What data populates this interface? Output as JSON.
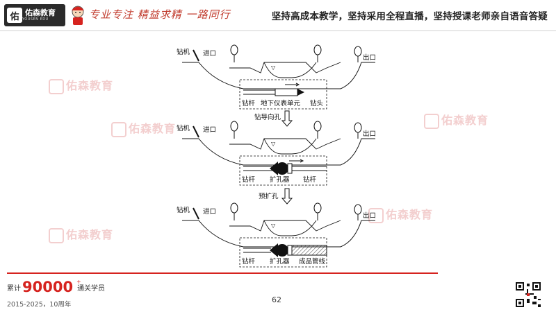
{
  "header": {
    "logo_name": "佑森教育",
    "logo_sub": "YOUSEN EDU",
    "slogan": "专业专注  精益求精  一路同行",
    "motto": "坚持高成本教学，坚持采用全程直播，坚持授课老师亲自语音答疑"
  },
  "watermark_text": "佑森教育",
  "figure": {
    "stages": [
      {
        "drill_label": "钻机",
        "entry_label": "进口",
        "exit_label": "出口",
        "box_labels": [
          "钻杆",
          "地下仪表单元",
          "钻头"
        ]
      },
      {
        "drill_label": "钻机",
        "entry_label": "进口",
        "exit_label": "出口",
        "box_labels": [
          "钻杆",
          "扩孔器",
          "钻杆"
        ]
      },
      {
        "drill_label": "钻机",
        "entry_label": "进口",
        "exit_label": "出口",
        "box_labels": [
          "钻杆",
          "扩孔器",
          "成品管线"
        ]
      }
    ],
    "step_labels": [
      "钻导向孔",
      "预扩孔"
    ]
  },
  "footer": {
    "count_prefix": "累计",
    "count": "90000",
    "count_badge": "+",
    "count_suffix": "通关学员",
    "years": "2015-2025，10周年",
    "page_number": "62"
  },
  "colors": {
    "accent": "#d6231f",
    "watermark": "#f3cfcf"
  }
}
